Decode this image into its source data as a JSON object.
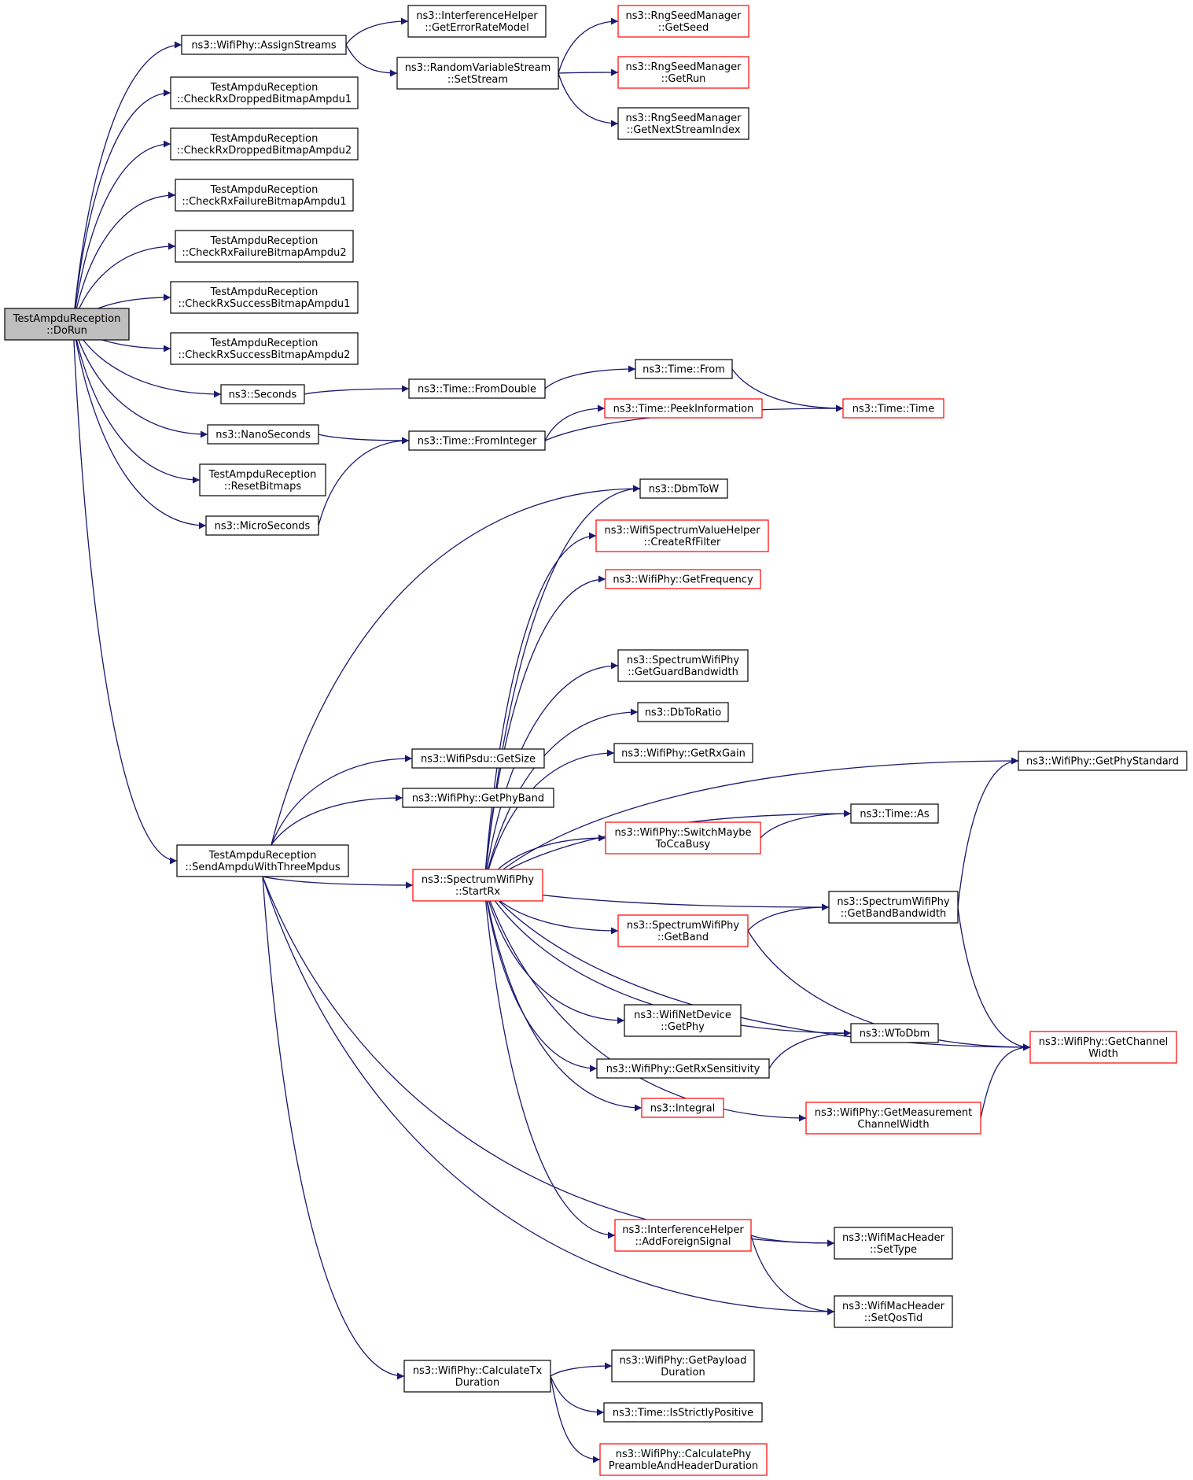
{
  "colors": {
    "edge": "#191970",
    "node_border": "#000000",
    "incomplete_border": "#ff0000",
    "root_fill": "#bfbfbf",
    "background": "#ffffff"
  },
  "nodes": [
    {
      "id": "root",
      "lines": [
        "TestAmpduReception",
        "::DoRun"
      ],
      "style": "root"
    },
    {
      "id": "assign",
      "lines": [
        "ns3::WifiPhy::AssignStreams"
      ],
      "style": "normal"
    },
    {
      "id": "geterr",
      "lines": [
        "ns3::InterferenceHelper",
        "::GetErrorRateModel"
      ],
      "style": "normal"
    },
    {
      "id": "setstream",
      "lines": [
        "ns3::RandomVariableStream",
        "::SetStream"
      ],
      "style": "normal"
    },
    {
      "id": "getseed",
      "lines": [
        "ns3::RngSeedManager",
        "::GetSeed"
      ],
      "style": "red"
    },
    {
      "id": "getrun",
      "lines": [
        "ns3::RngSeedManager",
        "::GetRun"
      ],
      "style": "red"
    },
    {
      "id": "getnext",
      "lines": [
        "ns3::RngSeedManager",
        "::GetNextStreamIndex"
      ],
      "style": "normal"
    },
    {
      "id": "cdrop1",
      "lines": [
        "TestAmpduReception",
        "::CheckRxDroppedBitmapAmpdu1"
      ],
      "style": "normal"
    },
    {
      "id": "cdrop2",
      "lines": [
        "TestAmpduReception",
        "::CheckRxDroppedBitmapAmpdu2"
      ],
      "style": "normal"
    },
    {
      "id": "cfail1",
      "lines": [
        "TestAmpduReception",
        "::CheckRxFailureBitmapAmpdu1"
      ],
      "style": "normal"
    },
    {
      "id": "cfail2",
      "lines": [
        "TestAmpduReception",
        "::CheckRxFailureBitmapAmpdu2"
      ],
      "style": "normal"
    },
    {
      "id": "csucc1",
      "lines": [
        "TestAmpduReception",
        "::CheckRxSuccessBitmapAmpdu1"
      ],
      "style": "normal"
    },
    {
      "id": "csucc2",
      "lines": [
        "TestAmpduReception",
        "::CheckRxSuccessBitmapAmpdu2"
      ],
      "style": "normal"
    },
    {
      "id": "seconds",
      "lines": [
        "ns3::Seconds"
      ],
      "style": "normal"
    },
    {
      "id": "fromdouble",
      "lines": [
        "ns3::Time::FromDouble"
      ],
      "style": "normal"
    },
    {
      "id": "from",
      "lines": [
        "ns3::Time::From"
      ],
      "style": "normal"
    },
    {
      "id": "time",
      "lines": [
        "ns3::Time::Time"
      ],
      "style": "red"
    },
    {
      "id": "peek",
      "lines": [
        "ns3::Time::PeekInformation"
      ],
      "style": "red"
    },
    {
      "id": "nanos",
      "lines": [
        "ns3::NanoSeconds"
      ],
      "style": "normal"
    },
    {
      "id": "fromint",
      "lines": [
        "ns3::Time::FromInteger"
      ],
      "style": "normal"
    },
    {
      "id": "reset",
      "lines": [
        "TestAmpduReception",
        "::ResetBitmaps"
      ],
      "style": "normal"
    },
    {
      "id": "micros",
      "lines": [
        "ns3::MicroSeconds"
      ],
      "style": "normal"
    },
    {
      "id": "dbmtow",
      "lines": [
        "ns3::DbmToW"
      ],
      "style": "normal"
    },
    {
      "id": "rffilter",
      "lines": [
        "ns3::WifiSpectrumValueHelper",
        "::CreateRfFilter"
      ],
      "style": "red"
    },
    {
      "id": "getfreq",
      "lines": [
        "ns3::WifiPhy::GetFrequency"
      ],
      "style": "red"
    },
    {
      "id": "guardbw",
      "lines": [
        "ns3::SpectrumWifiPhy",
        "::GetGuardBandwidth"
      ],
      "style": "normal"
    },
    {
      "id": "dbtoratio",
      "lines": [
        "ns3::DbToRatio"
      ],
      "style": "normal"
    },
    {
      "id": "rxgain",
      "lines": [
        "ns3::WifiPhy::GetRxGain"
      ],
      "style": "normal"
    },
    {
      "id": "phystd",
      "lines": [
        "ns3::WifiPhy::GetPhyStandard"
      ],
      "style": "normal"
    },
    {
      "id": "getsize",
      "lines": [
        "ns3::WifiPsdu::GetSize"
      ],
      "style": "normal"
    },
    {
      "id": "phyband",
      "lines": [
        "ns3::WifiPhy::GetPhyBand"
      ],
      "style": "normal"
    },
    {
      "id": "timeas",
      "lines": [
        "ns3::Time::As"
      ],
      "style": "normal"
    },
    {
      "id": "switchcca",
      "lines": [
        "ns3::WifiPhy::SwitchMaybe",
        "ToCcaBusy"
      ],
      "style": "red"
    },
    {
      "id": "sendampdu",
      "lines": [
        "TestAmpduReception",
        "::SendAmpduWithThreeMpdus"
      ],
      "style": "normal"
    },
    {
      "id": "startrx",
      "lines": [
        "ns3::SpectrumWifiPhy",
        "::StartRx"
      ],
      "style": "red"
    },
    {
      "id": "bandbw",
      "lines": [
        "ns3::SpectrumWifiPhy",
        "::GetBandBandwidth"
      ],
      "style": "normal"
    },
    {
      "id": "getband",
      "lines": [
        "ns3::SpectrumWifiPhy",
        "::GetBand"
      ],
      "style": "red"
    },
    {
      "id": "netdevphy",
      "lines": [
        "ns3::WifiNetDevice",
        "::GetPhy"
      ],
      "style": "normal"
    },
    {
      "id": "wtodbm",
      "lines": [
        "ns3::WToDbm"
      ],
      "style": "normal"
    },
    {
      "id": "chwidth",
      "lines": [
        "ns3::WifiPhy::GetChannel",
        "Width"
      ],
      "style": "red"
    },
    {
      "id": "rxsens",
      "lines": [
        "ns3::WifiPhy::GetRxSensitivity"
      ],
      "style": "normal"
    },
    {
      "id": "integral",
      "lines": [
        "ns3::Integral"
      ],
      "style": "red"
    },
    {
      "id": "meascw",
      "lines": [
        "ns3::WifiPhy::GetMeasurement",
        "ChannelWidth"
      ],
      "style": "red"
    },
    {
      "id": "addforeign",
      "lines": [
        "ns3::InterferenceHelper",
        "::AddForeignSignal"
      ],
      "style": "red"
    },
    {
      "id": "settype",
      "lines": [
        "ns3::WifiMacHeader",
        "::SetType"
      ],
      "style": "normal"
    },
    {
      "id": "setqos",
      "lines": [
        "ns3::WifiMacHeader",
        "::SetQosTid"
      ],
      "style": "normal"
    },
    {
      "id": "calctx",
      "lines": [
        "ns3::WifiPhy::CalculateTx",
        "Duration"
      ],
      "style": "normal"
    },
    {
      "id": "payload",
      "lines": [
        "ns3::WifiPhy::GetPayload",
        "Duration"
      ],
      "style": "normal"
    },
    {
      "id": "strictpos",
      "lines": [
        "ns3::Time::IsStrictlyPositive"
      ],
      "style": "normal"
    },
    {
      "id": "preamble",
      "lines": [
        "ns3::WifiPhy::CalculatePhy",
        "PreambleAndHeaderDuration"
      ],
      "style": "red"
    }
  ],
  "edges": [
    [
      "root",
      "assign"
    ],
    [
      "root",
      "cdrop1"
    ],
    [
      "root",
      "cdrop2"
    ],
    [
      "root",
      "cfail1"
    ],
    [
      "root",
      "cfail2"
    ],
    [
      "root",
      "csucc1"
    ],
    [
      "root",
      "csucc2"
    ],
    [
      "root",
      "seconds"
    ],
    [
      "root",
      "nanos"
    ],
    [
      "root",
      "reset"
    ],
    [
      "root",
      "micros"
    ],
    [
      "root",
      "sendampdu"
    ],
    [
      "assign",
      "geterr"
    ],
    [
      "assign",
      "setstream"
    ],
    [
      "setstream",
      "getseed"
    ],
    [
      "setstream",
      "getrun"
    ],
    [
      "setstream",
      "getnext"
    ],
    [
      "seconds",
      "fromdouble"
    ],
    [
      "fromdouble",
      "from"
    ],
    [
      "from",
      "time"
    ],
    [
      "nanos",
      "fromint"
    ],
    [
      "fromint",
      "peek"
    ],
    [
      "fromint",
      "time"
    ],
    [
      "micros",
      "fromint"
    ],
    [
      "sendampdu",
      "getsize"
    ],
    [
      "sendampdu",
      "phyband"
    ],
    [
      "sendampdu",
      "startrx"
    ],
    [
      "sendampdu",
      "dbmtow"
    ],
    [
      "sendampdu",
      "settype"
    ],
    [
      "sendampdu",
      "setqos"
    ],
    [
      "sendampdu",
      "calctx"
    ],
    [
      "startrx",
      "dbmtow"
    ],
    [
      "startrx",
      "rffilter"
    ],
    [
      "startrx",
      "getfreq"
    ],
    [
      "startrx",
      "phystd"
    ],
    [
      "startrx",
      "guardbw"
    ],
    [
      "startrx",
      "dbtoratio"
    ],
    [
      "startrx",
      "rxgain"
    ],
    [
      "startrx",
      "timeas"
    ],
    [
      "startrx",
      "switchcca"
    ],
    [
      "startrx",
      "bandbw"
    ],
    [
      "startrx",
      "getband"
    ],
    [
      "startrx",
      "netdevphy"
    ],
    [
      "startrx",
      "wtodbm"
    ],
    [
      "startrx",
      "rxsens"
    ],
    [
      "startrx",
      "integral"
    ],
    [
      "startrx",
      "meascw"
    ],
    [
      "startrx",
      "chwidth"
    ],
    [
      "startrx",
      "addforeign"
    ],
    [
      "switchcca",
      "timeas"
    ],
    [
      "getband",
      "bandbw"
    ],
    [
      "getband",
      "chwidth"
    ],
    [
      "bandbw",
      "phystd"
    ],
    [
      "bandbw",
      "chwidth"
    ],
    [
      "rxsens",
      "wtodbm"
    ],
    [
      "meascw",
      "chwidth"
    ],
    [
      "addforeign",
      "settype"
    ],
    [
      "addforeign",
      "setqos"
    ],
    [
      "calctx",
      "payload"
    ],
    [
      "calctx",
      "strictpos"
    ],
    [
      "calctx",
      "preamble"
    ]
  ]
}
